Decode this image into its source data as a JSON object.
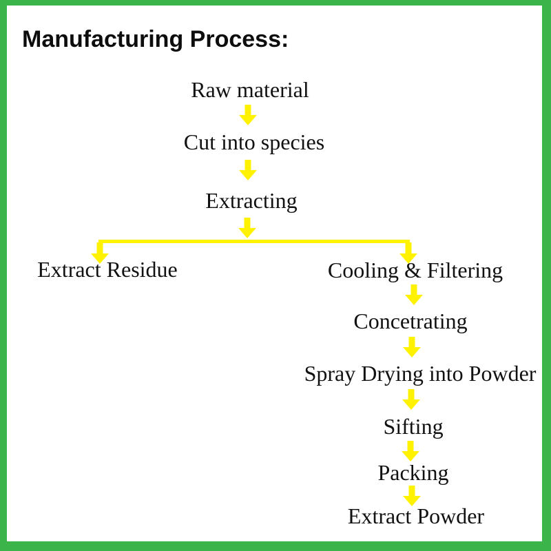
{
  "title": "Manufacturing Process:",
  "colors": {
    "border_green": "#3bb54a",
    "arrow_yellow": "#fef200",
    "text_ink": "#111111",
    "background": "#ffffff"
  },
  "flowchart": {
    "nodes": {
      "raw_material": "Raw material",
      "cut_into_species": "Cut into species",
      "extracting": "Extracting",
      "extract_residue": "Extract Residue",
      "cooling_filtering": "Cooling & Filtering",
      "concetrating": "Concetrating",
      "spray_drying": "Spray Drying into Powder",
      "sifting": "Sifting",
      "packing": "Packing",
      "extract_powder": "Extract Powder"
    },
    "edges": [
      "Raw material -> Cut into species",
      "Cut into species -> Extracting",
      "Extracting -> Extract Residue",
      "Extracting -> Cooling & Filtering",
      "Cooling & Filtering -> Concetrating",
      "Concetrating -> Spray Drying into Powder",
      "Spray Drying into Powder -> Sifting",
      "Sifting -> Packing",
      "Packing -> Extract Powder"
    ]
  }
}
